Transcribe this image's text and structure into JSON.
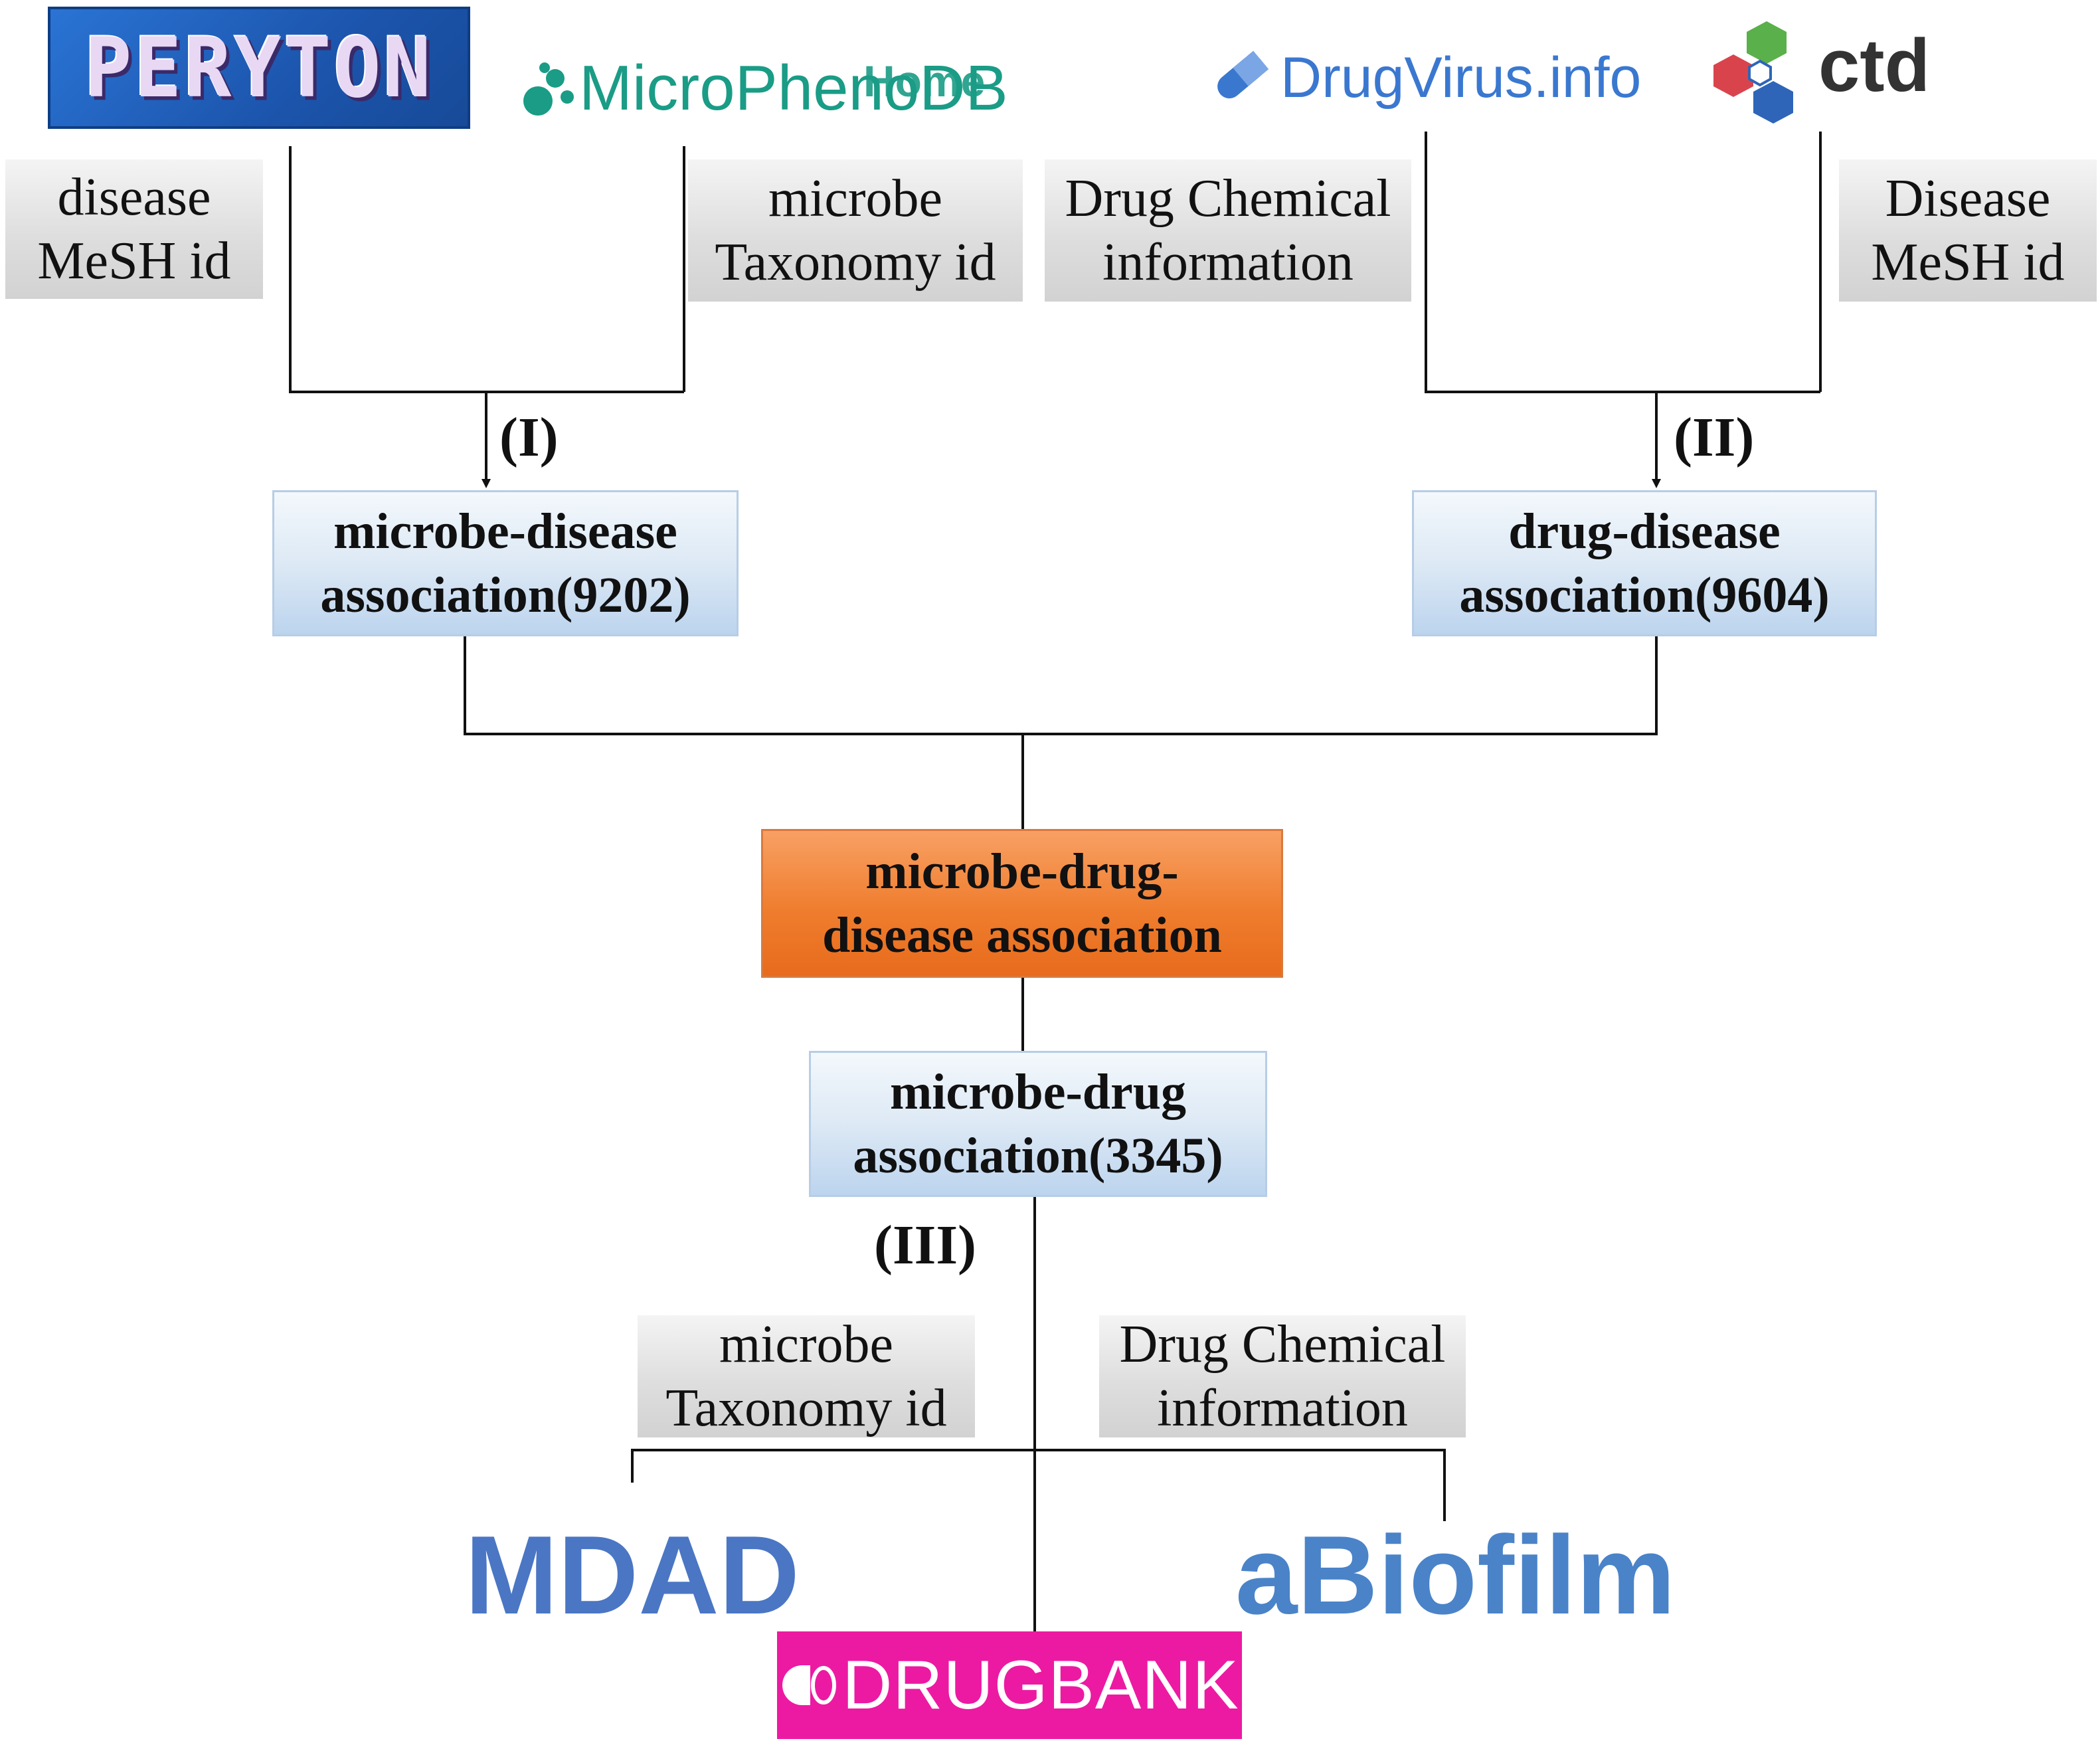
{
  "logos": {
    "peryton": "PERYTON",
    "microphenodb": "MicroPhenoDB",
    "microphenodb_overlap": "Home",
    "drugvirus": "DrugVirus.info",
    "ctd": "ctd",
    "mdad": "MDAD",
    "abiofilm": "aBiofilm",
    "drugbank": "DRUGBANK"
  },
  "labels": {
    "disease_mesh_left": "disease\nMeSH id",
    "microbe_taxonomy_top": "microbe\nTaxonomy id",
    "drug_chemical_top": "Drug Chemical\ninformation",
    "disease_mesh_right": "Disease\nMeSH id",
    "microbe_taxonomy_bottom": "microbe\nTaxonomy id",
    "drug_chemical_bottom": "Drug Chemical\ninformation"
  },
  "boxes": {
    "microbe_disease": "microbe-disease\nassociation(9202)",
    "drug_disease": "drug-disease\nassociation(9604)",
    "microbe_drug_disease": "microbe-drug-\ndisease association",
    "microbe_drug": "microbe-drug\nassociation(3345)"
  },
  "steps": {
    "step1": "(I)",
    "step2": "(II)",
    "step3": "(III)"
  },
  "colors": {
    "peryton_bg": "#1f5fb8",
    "microphenodb": "#1a9c86",
    "drugvirus": "#3a78d0",
    "mdad": "#4a76c4",
    "abiofilm": "#4a83c8",
    "drugbank_bg": "#ec1aa2"
  }
}
